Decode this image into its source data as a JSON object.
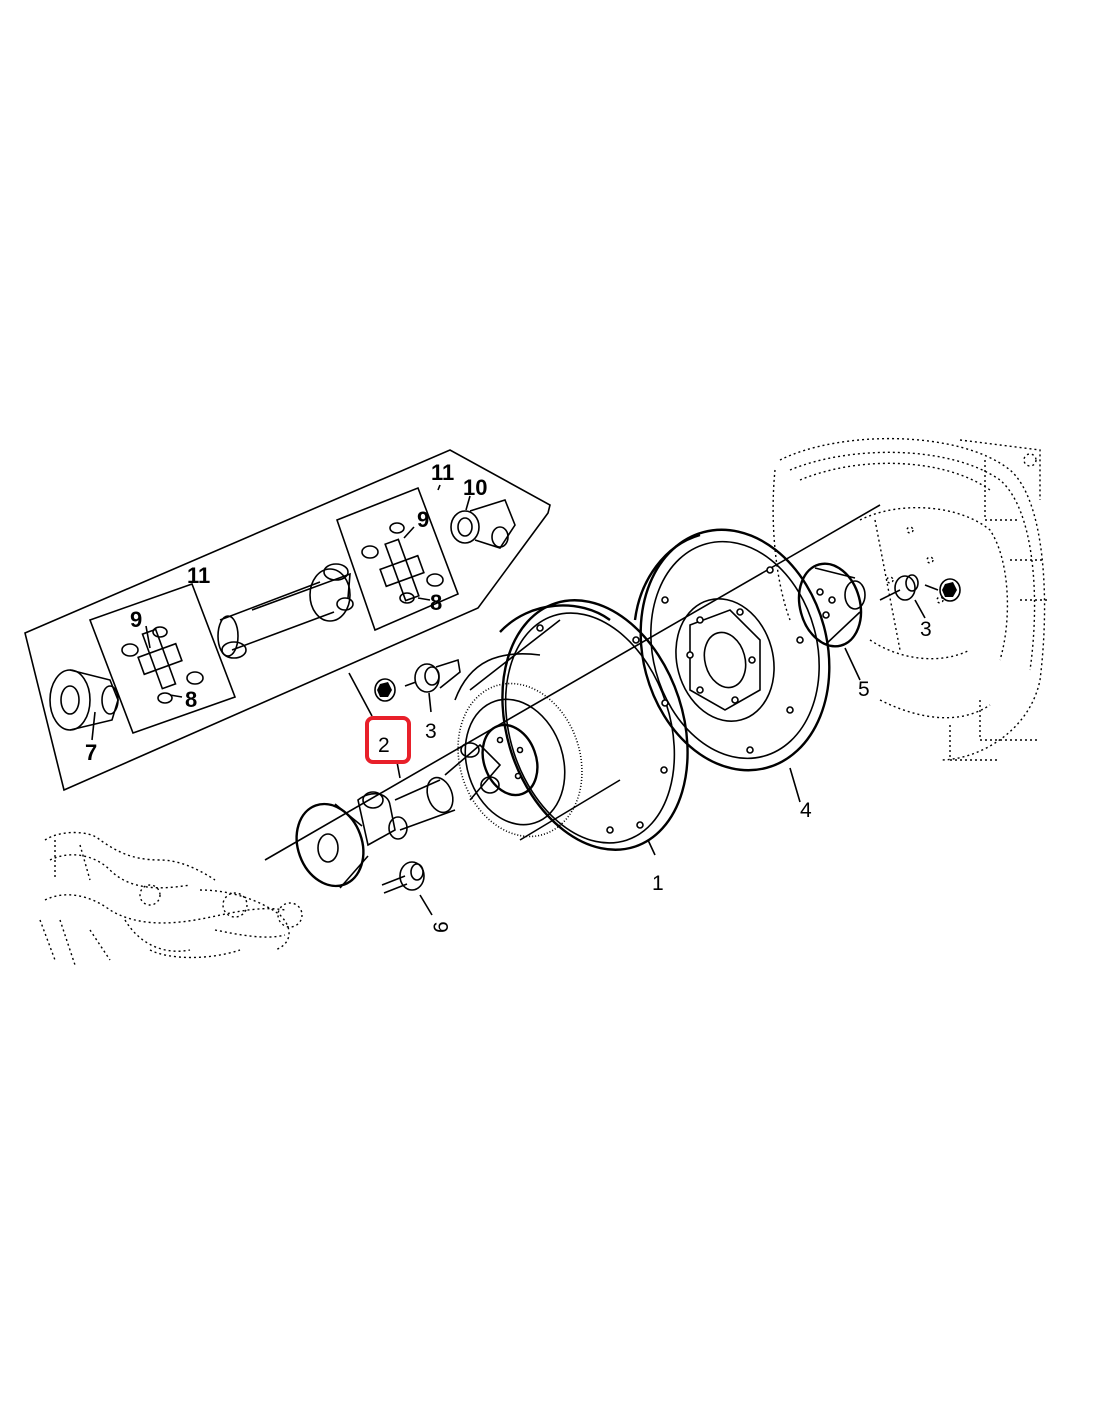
{
  "diagram": {
    "callouts": [
      {
        "id": "part-1",
        "label": "1"
      },
      {
        "id": "part-2",
        "label": "2",
        "highlighted": true
      },
      {
        "id": "part-3-left",
        "label": "3"
      },
      {
        "id": "part-3-right",
        "label": "3"
      },
      {
        "id": "part-4",
        "label": "4"
      },
      {
        "id": "part-5",
        "label": "5"
      },
      {
        "id": "part-6",
        "label": "6"
      },
      {
        "id": "part-7",
        "label": "7"
      },
      {
        "id": "part-8-left",
        "label": "8"
      },
      {
        "id": "part-8-right",
        "label": "8"
      },
      {
        "id": "part-9-left",
        "label": "9"
      },
      {
        "id": "part-9-right",
        "label": "9"
      },
      {
        "id": "part-10",
        "label": "10"
      },
      {
        "id": "part-11-left",
        "label": "11"
      },
      {
        "id": "part-11-right",
        "label": "11"
      }
    ],
    "highlight_color": "#e8202a",
    "line_color": "#000000"
  }
}
